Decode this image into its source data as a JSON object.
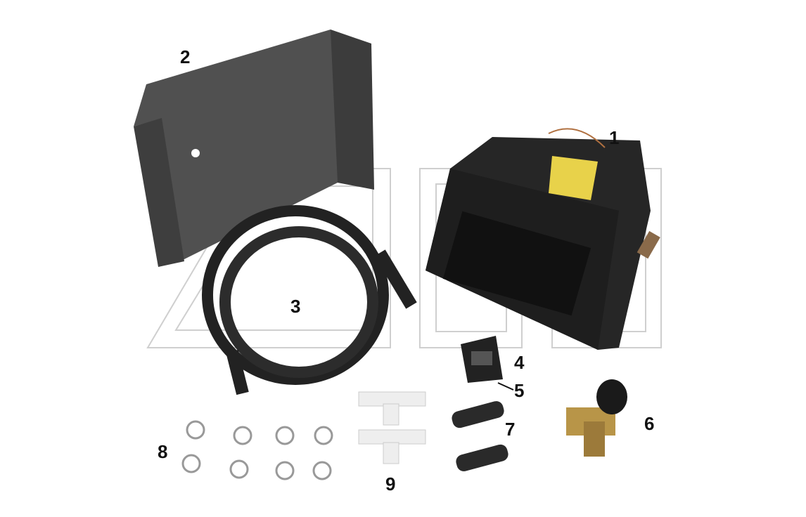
{
  "image": {
    "description_labels": [
      "1",
      "2",
      "3",
      "4",
      "5",
      "6",
      "7",
      "8",
      "9"
    ],
    "colors": {
      "part_dark": "#2a2a2a",
      "bracket": "#4a4a4a",
      "label_yellow": "#e8d24a",
      "watermark": "#c8c8c8"
    }
  },
  "parts": {
    "heater": {
      "number": "1"
    },
    "bracket": {
      "number": "2"
    },
    "hose": {
      "number": "3"
    },
    "switch": {
      "number": "4"
    },
    "switch_knob": {
      "number": "5"
    },
    "valve": {
      "number": "6"
    },
    "connectors": {
      "number": "7"
    },
    "clamps": {
      "number": "8"
    },
    "t_pieces": {
      "number": "9"
    }
  }
}
